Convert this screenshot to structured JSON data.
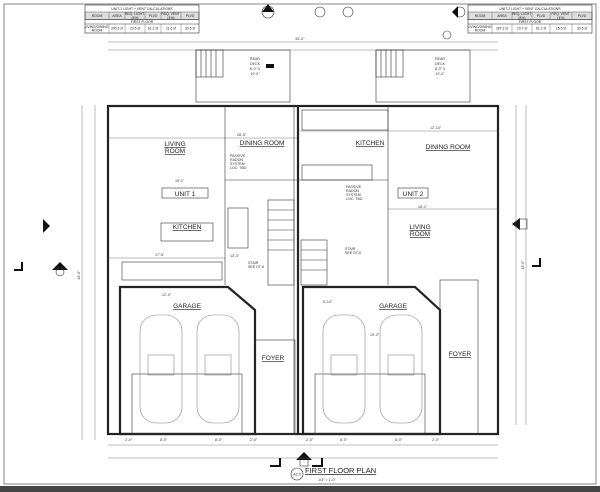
{
  "tables": [
    {
      "title": "UNIT-1 LIGHT + VENT CALCULATIONS",
      "headers": [
        "ROOM",
        "AREA",
        "REQ. LIGHT (8%)",
        "PLVD",
        "REQ. VENT (4%)",
        "PLVD"
      ],
      "section": "FIRST FLOOR",
      "rows": [
        [
          "LIVING/DINING ROOM",
          "290.3 sf",
          "23.5 sf",
          "61.2 sf",
          "11.6 sf",
          "30.6 sf"
        ]
      ]
    },
    {
      "title": "UNIT-2 LIGHT + VENT CALCULATIONS",
      "headers": [
        "ROOM",
        "AREA",
        "REQ. LIGHT (8%)",
        "PLVD",
        "REQ. VENT (4%)",
        "PLVD"
      ],
      "section": "FIRST FLOOR",
      "rows": [
        [
          "LIVING/DINING ROOM",
          "287.2 sf",
          "23.7 sf",
          "61.2 sf",
          "15.5 sf",
          "30.6 sf"
        ]
      ]
    }
  ],
  "overall": {
    "width": "52'-0\"",
    "depth": "46'-0\"",
    "depth_right": "45'-0\""
  },
  "deck": {
    "label_1": "REAR",
    "label_2": "DECK",
    "size_1": "8'-0\" X",
    "size_2": "10'-0\""
  },
  "unit1": {
    "name": "UNIT 1",
    "living": "LIVING",
    "living2": "ROOM",
    "dining": "DINING ROOM",
    "kitchen": "KITCHEN",
    "radon": [
      "PASSIVE",
      "RADON",
      "SYSTEM",
      "LOC. TBD"
    ],
    "stair": "STAIR",
    "stair_ref": "SEE DT-6",
    "garage": "GARAGE",
    "foyer": "FOYER",
    "dims": [
      "28'-5\"",
      "17'-5\"",
      "19'-1\"",
      "13'-3\"",
      "12'-0\"",
      "2'-0\"",
      "8'-0\"",
      "8'-0\"",
      "2'-0\""
    ]
  },
  "unit2": {
    "name": "UNIT 2",
    "living": "LIVING",
    "living2": "ROOM",
    "dining": "DINING ROOM",
    "kitchen": "KITCHEN",
    "radon": [
      "PASSIVE",
      "RADON",
      "SYSTEM",
      "LOC. TBD"
    ],
    "stair": "STAIR",
    "stair_ref": "SEE DT-6",
    "garage": "GARAGE",
    "foyer": "FOYER",
    "dims": [
      "12'-10\"",
      "18'-1\"",
      "19'-2\"",
      "6'-10\"",
      "2'-0\"",
      "8'-0\"",
      "8'-0\"",
      "2'-0\""
    ]
  },
  "title_block": {
    "title": "FIRST FLOOR PLAN",
    "scale": "1/4\" = 1'-0\"",
    "ref": "A2.2"
  }
}
